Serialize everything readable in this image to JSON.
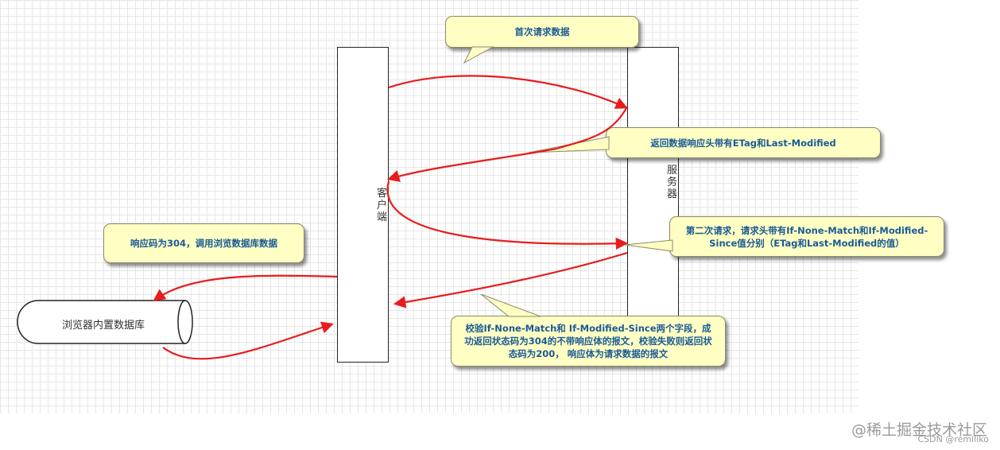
{
  "diagram": {
    "client_label": "客户端",
    "server_label": "服务器",
    "db_label": "浏览器内置数据库",
    "notes": {
      "first_request": "首次请求数据",
      "return_headers": "返回数据响应头带有ETag和Last-Modified",
      "second_request": "第二次请求，请求头带有If-None-Match和If-Modified-Since值分别（ETag和Last-Modified的值）",
      "code_304": "响应码为304，调用浏览数据库数据",
      "validate": "校验If-None-Match和 If-Modified-Since两个字段，成功返回状态码为304的不带响应体的报文，校验失败则返回状态码为200， 响应体为请求数据的报文"
    },
    "arrow_color": "#e81c1c",
    "note_text_color": "#1a5a96"
  },
  "watermark": {
    "site": "@稀土掘金技术社区",
    "author": "CSDN @remiliko"
  }
}
